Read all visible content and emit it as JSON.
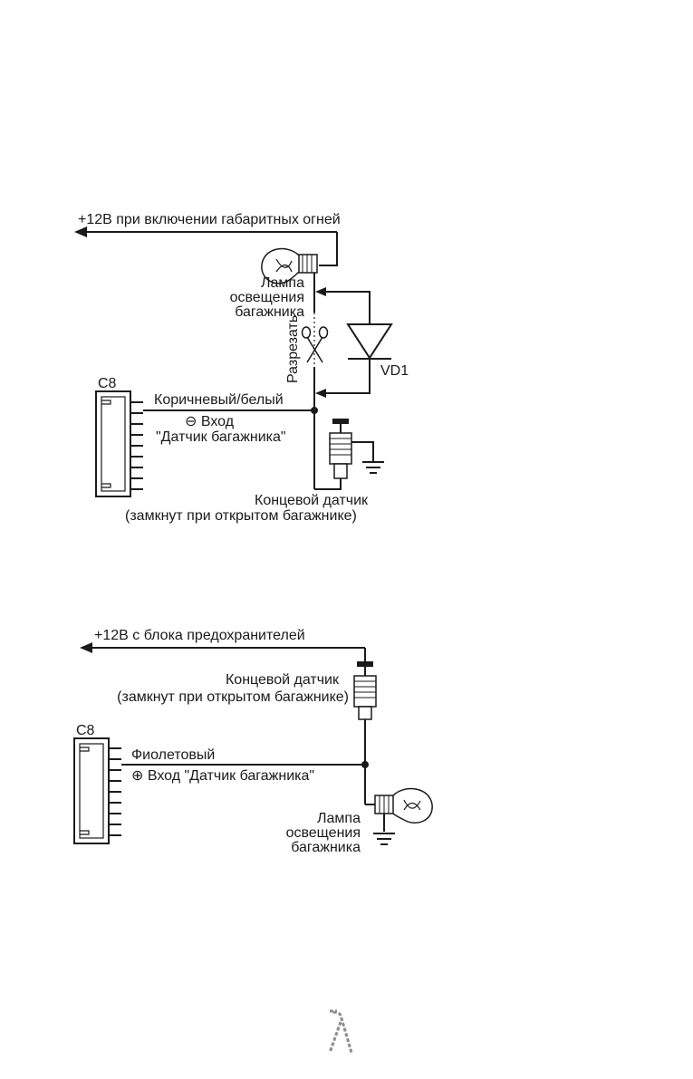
{
  "diagram1": {
    "supply_label": "+12В при включении габаритных огней",
    "lamp_label": [
      "Лампа",
      "освещения",
      "багажника"
    ],
    "cut_label": "Разрезать",
    "diode_label": "VD1",
    "connector_label": "С8",
    "wire_label": "Коричневый/белый",
    "input_label_1": "⊖ Вход",
    "input_label_2": "\"Датчик багажника\"",
    "switch_label_1": "Концевой датчик",
    "switch_label_2": "(замкнут при открытом багажнике)"
  },
  "diagram2": {
    "supply_label": "+12В с блока предохранителей",
    "switch_label_1": "Концевой датчик",
    "switch_label_2": "(замкнут при открытом багажнике)",
    "connector_label": "С8",
    "wire_label": "Фиолетовый",
    "input_label": "⊕ Вход \"Датчик багажника\"",
    "lamp_label": [
      "Лампа",
      "освещения",
      "багажника"
    ]
  },
  "colors": {
    "line": "#1a1a1a",
    "logo": "#8c8c8c"
  },
  "logo": {
    "icon": "brand-logo-icon"
  }
}
